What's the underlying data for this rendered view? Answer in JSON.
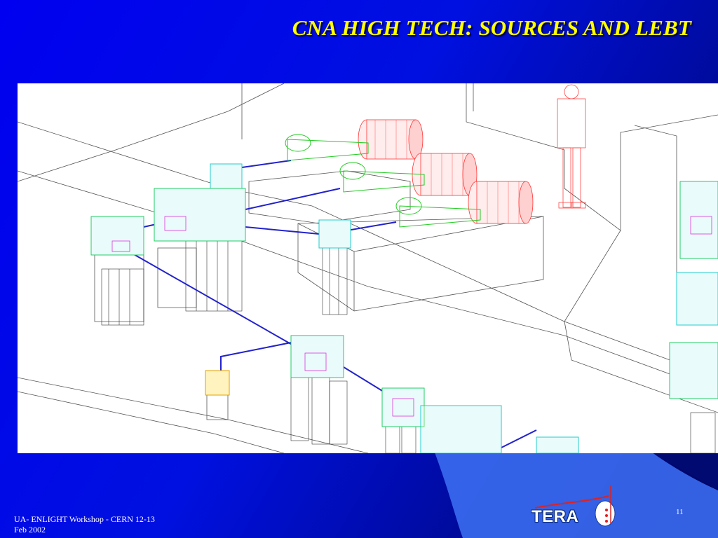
{
  "slide": {
    "title": "CNA HIGH TECH: SOURCES AND LEBT",
    "footer_line1": "UA- ENLIGHT Workshop - CERN 12-13",
    "footer_line2": "Feb 2002",
    "page_number": "11",
    "logo_text": "TERA"
  },
  "colors": {
    "background": "#0000f0",
    "title": "#ffff00",
    "magnet_red": "#ff3333",
    "magnet_green": "#33ee33",
    "magnet_cyan": "#22dddd",
    "beamline_blue": "#2222cc",
    "logo_red": "#dd2222"
  }
}
